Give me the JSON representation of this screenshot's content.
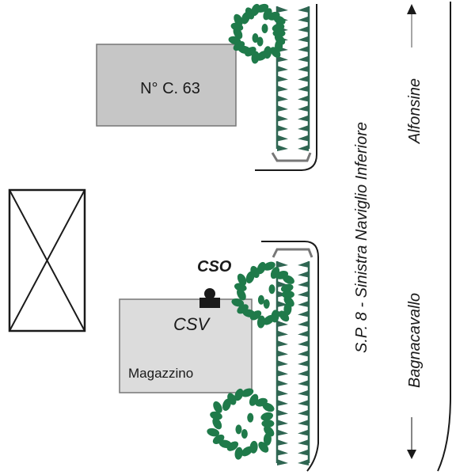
{
  "buildings": {
    "house": {
      "label": "N° C. 63",
      "fill": "#c6c6c6"
    },
    "warehouse": {
      "label": "Magazzino",
      "fill": "#dcdcdc"
    }
  },
  "markers": {
    "cso": "CSO",
    "csv": "CSV"
  },
  "road": {
    "name": "S.P. 8 - Sinistra Naviglio Inferiore",
    "direction_north": "Alfonsine",
    "direction_south": "Bagnacavallo"
  },
  "colors": {
    "vegetation": "#1f7a4a",
    "hedge": "#2f6652",
    "curb": "#777777",
    "line": "#1a1a1a"
  }
}
